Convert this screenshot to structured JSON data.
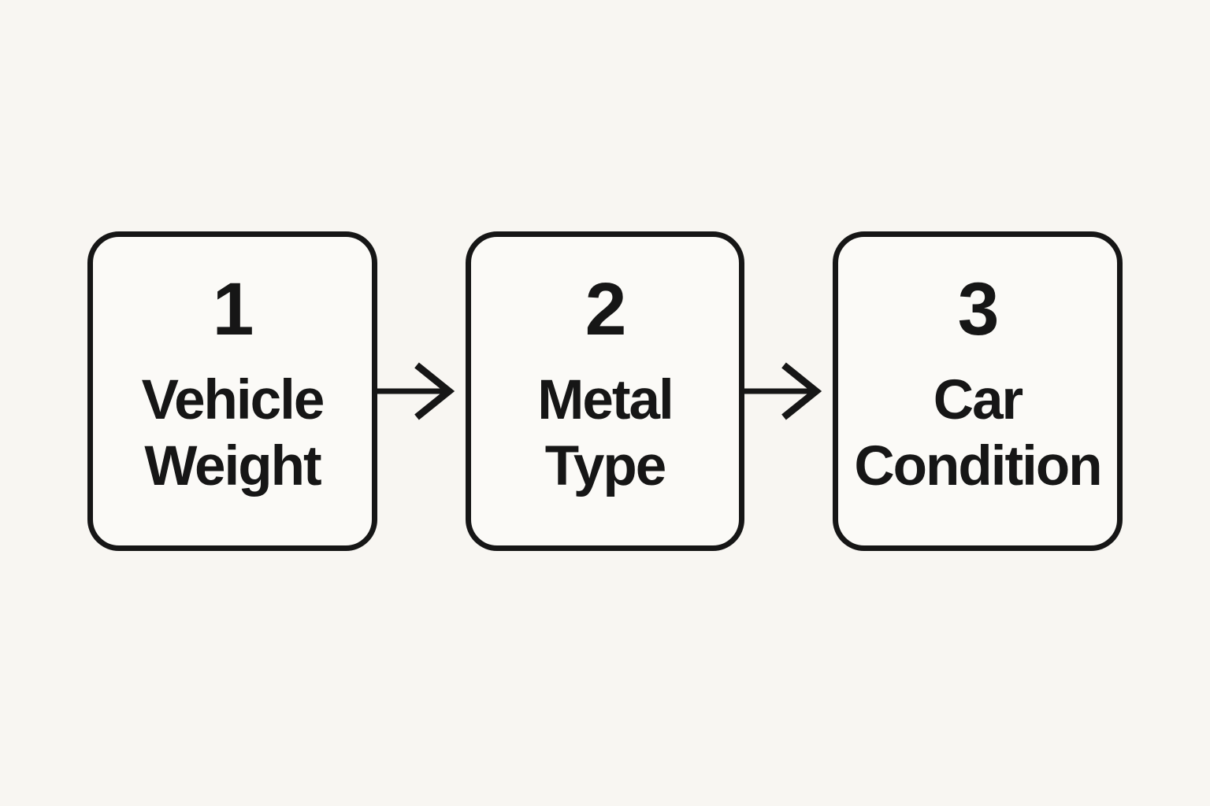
{
  "diagram": {
    "type": "process-flow",
    "direction": "left-to-right",
    "steps": [
      {
        "number": "1",
        "label": "Vehicle Weight"
      },
      {
        "number": "2",
        "label": "Metal Type"
      },
      {
        "number": "3",
        "label": "Car Condition"
      }
    ],
    "connectors": [
      {
        "from": "1",
        "to": "2",
        "icon": "right-arrow-icon"
      },
      {
        "from": "2",
        "to": "3",
        "icon": "right-arrow-icon"
      }
    ]
  },
  "colors": {
    "background": "#f8f6f2",
    "box_fill": "#fbfaf7",
    "ink": "#161616"
  }
}
